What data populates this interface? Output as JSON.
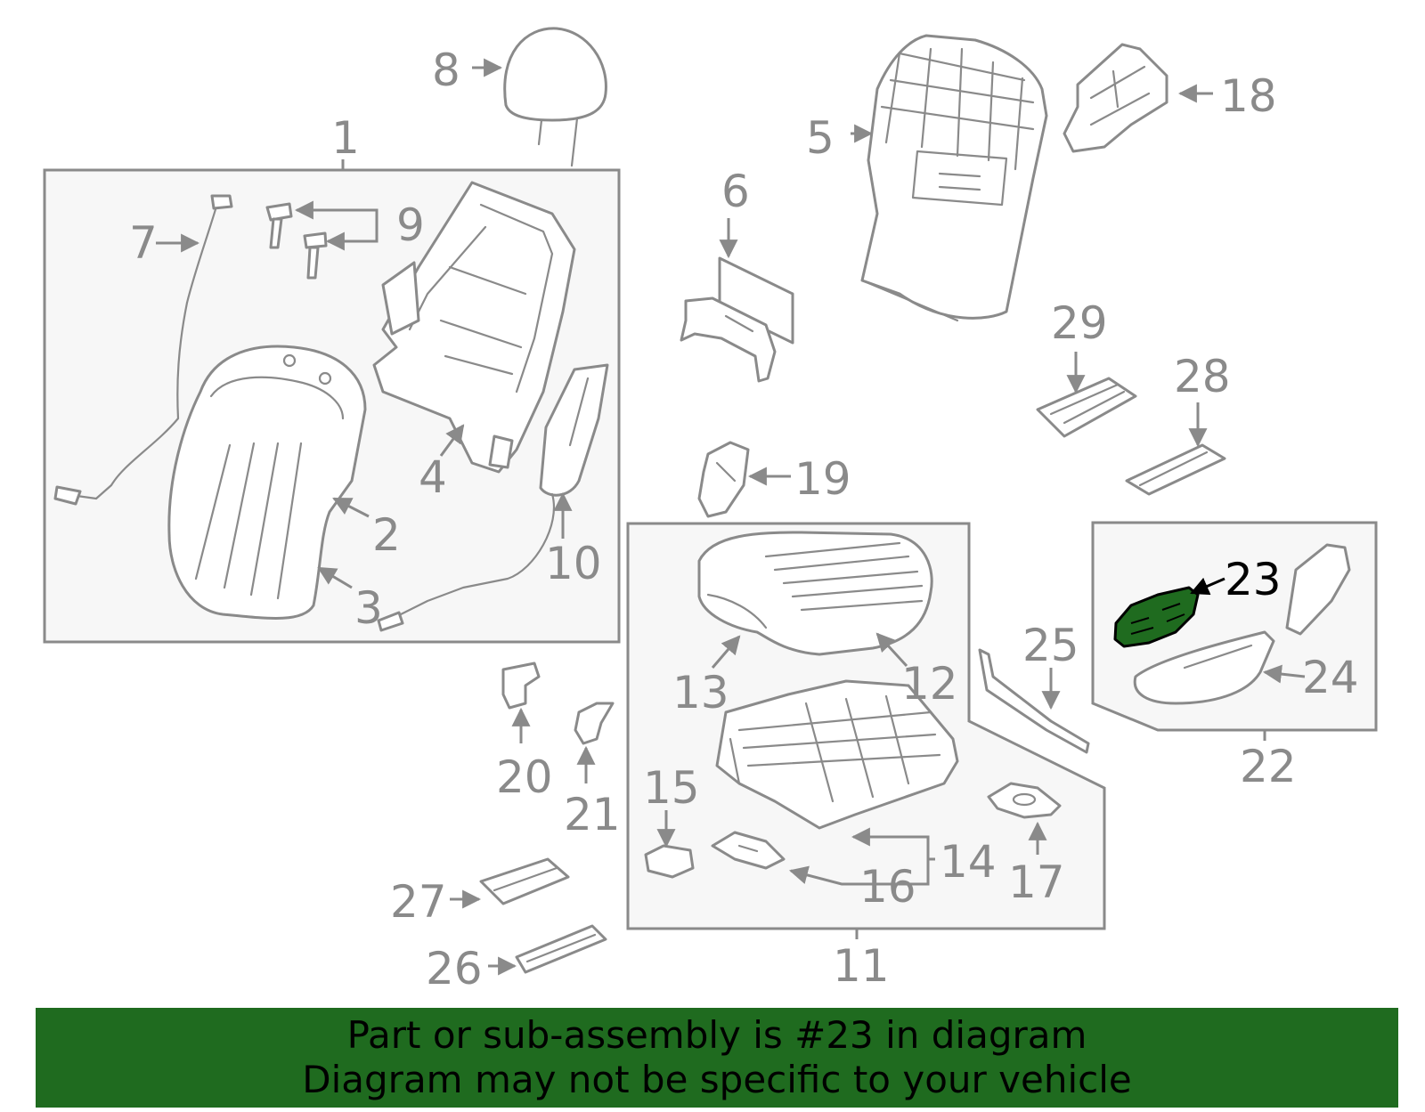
{
  "diagram": {
    "highlight_color": "#1f6b1f",
    "line_color": "#8a8a8a",
    "highlighted_part": "23",
    "labels": [
      "1",
      "2",
      "3",
      "4",
      "5",
      "6",
      "7",
      "8",
      "9",
      "10",
      "11",
      "12",
      "13",
      "14",
      "15",
      "16",
      "17",
      "18",
      "19",
      "20",
      "21",
      "22",
      "23",
      "24",
      "25",
      "26",
      "27",
      "28",
      "29"
    ]
  },
  "footer": {
    "line1": "Part or sub-assembly is #23 in diagram",
    "line2": "Diagram may not be specific to your vehicle"
  }
}
